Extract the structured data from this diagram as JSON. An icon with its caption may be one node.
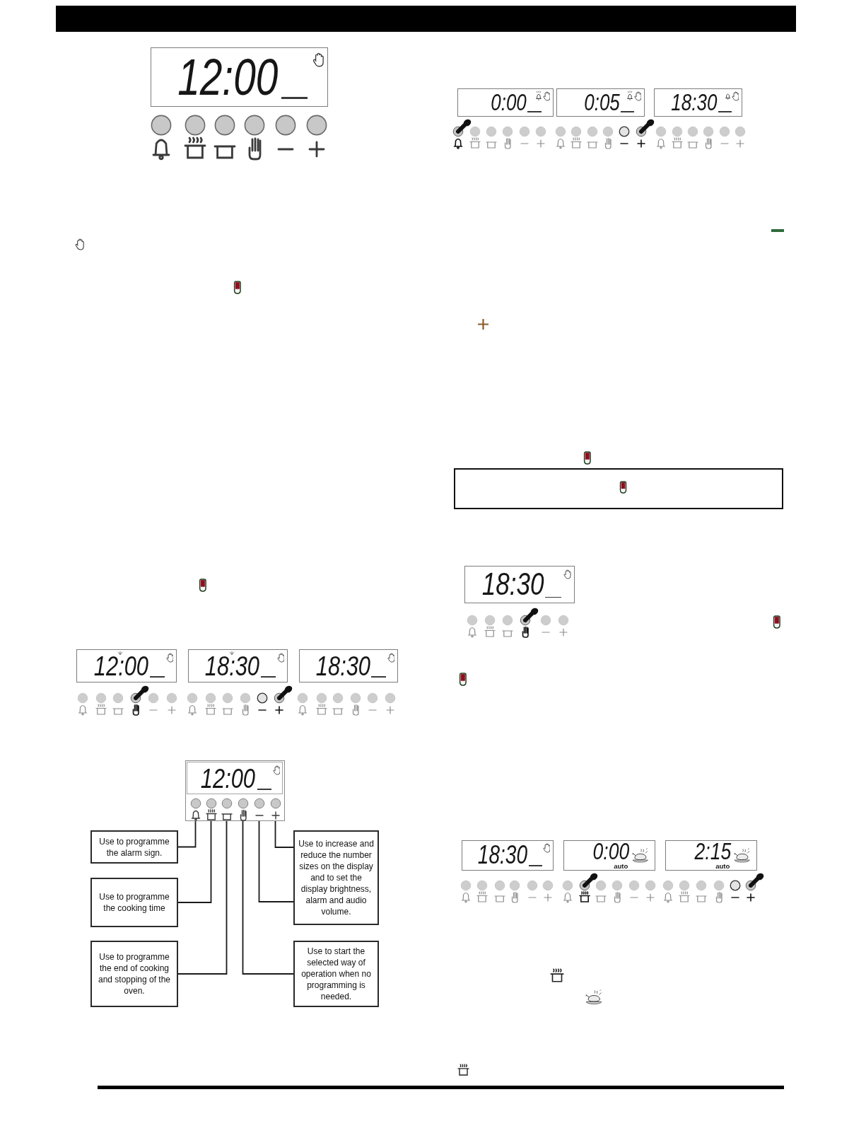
{
  "diagram": {
    "nodes": [
      {
        "text": [
          "12:00"
        ]
      },
      {
        "text": [
          "12:00"
        ]
      },
      {
        "text": [
          "18:30"
        ]
      },
      {
        "text": [
          "18:30"
        ]
      },
      {
        "text": [
          "12:00"
        ]
      },
      {
        "text": [],
        "shape": "circle",
        "in": 4
      },
      {
        "text": [],
        "shape": "circle",
        "in": 4
      },
      {
        "text": [],
        "shape": "circle",
        "in": 4
      },
      {
        "text": [],
        "shape": "circle",
        "in": 4
      },
      {
        "text": [],
        "shape": "circle",
        "in": 4
      },
      {
        "text": [],
        "shape": "circle",
        "in": 4
      },
      {
        "text": [
          "Use to programme the alarm sign."
        ]
      },
      {
        "text": [
          "Use to increase and reduce the number sizes on the display and to set the display brightness, alarm and audio volume."
        ]
      },
      {
        "text": [
          "Use to programme the cooking time"
        ]
      },
      {
        "text": [
          "Use to programme the end of cooking and stopping of the oven."
        ]
      },
      {
        "text": [
          "Use to start the selected way of operation when no programming is needed."
        ]
      },
      {
        "text": [
          "0:00"
        ]
      },
      {
        "text": [
          "0:05"
        ]
      },
      {
        "text": [
          "18:30"
        ]
      },
      {
        "text": [],
        "shape": "box"
      },
      {
        "text": [
          "18:30"
        ]
      },
      {
        "text": [
          "18:30"
        ]
      },
      {
        "text": [
          "0:00",
          "auto"
        ]
      },
      {
        "text": [
          "2:15",
          "auto"
        ]
      }
    ],
    "edges": [
      {
        "from": 11,
        "to": 5,
        "arrow": "none"
      },
      {
        "from": 13,
        "to": 6,
        "arrow": "none"
      },
      {
        "from": 14,
        "to": 7,
        "arrow": "none"
      },
      {
        "from": 15,
        "to": 8,
        "arrow": "none"
      },
      {
        "from": 12,
        "to": 9,
        "arrow": "none"
      },
      {
        "from": 12,
        "to": 10,
        "arrow": "none"
      }
    ]
  }
}
